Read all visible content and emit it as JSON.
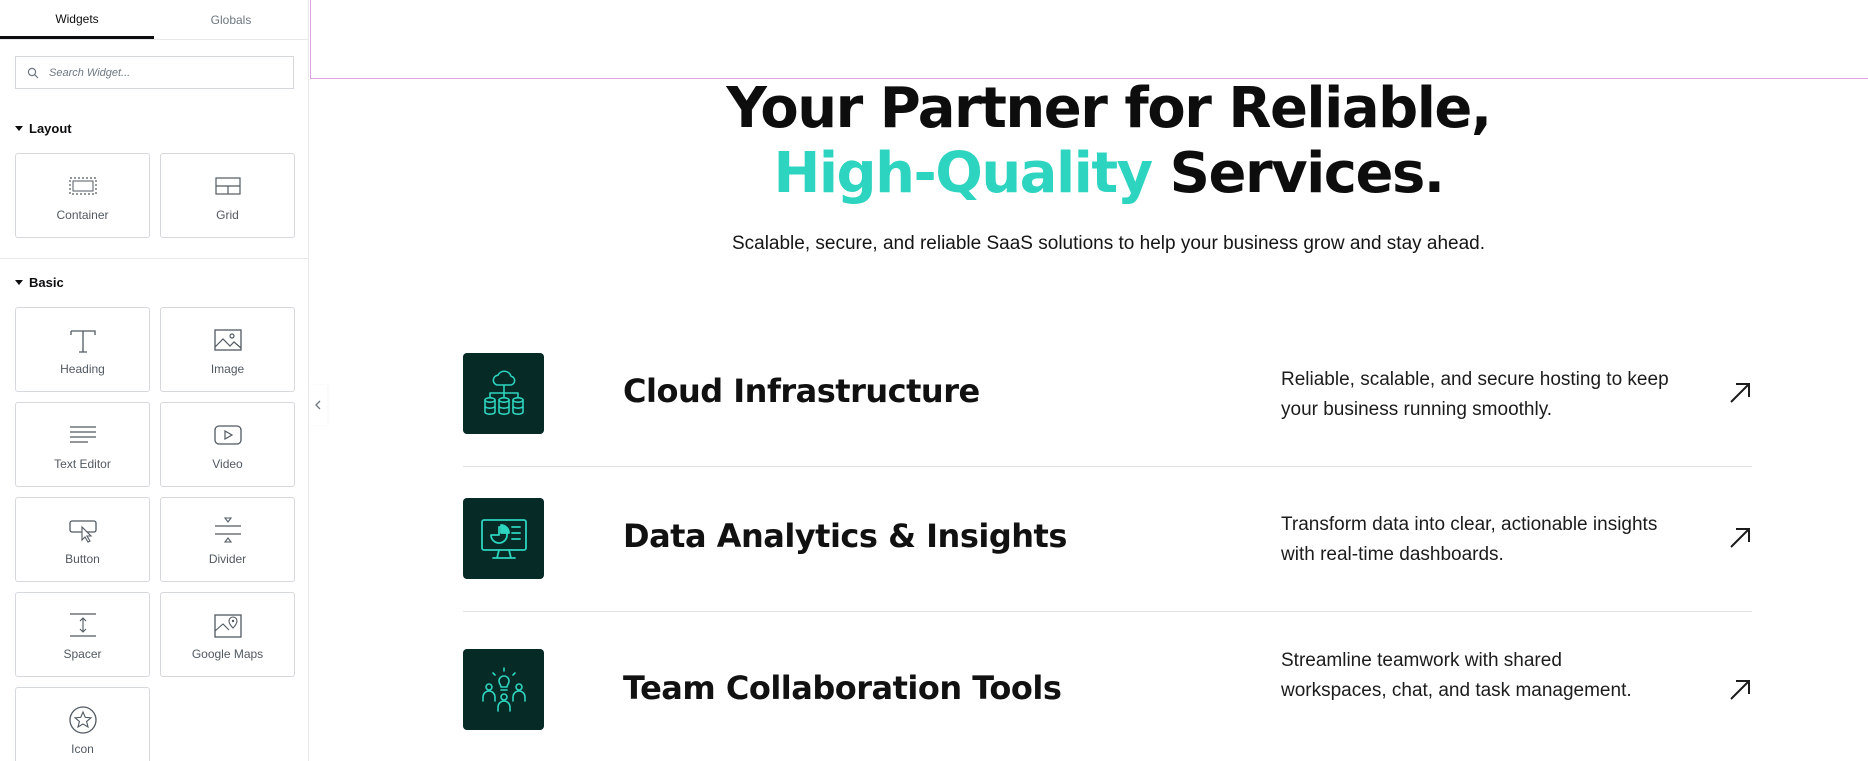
{
  "sidebar": {
    "tabs": [
      {
        "label": "Widgets",
        "active": true
      },
      {
        "label": "Globals",
        "active": false
      }
    ],
    "search": {
      "placeholder": "Search Widget..."
    },
    "categories": [
      {
        "label": "Layout",
        "widgets": [
          {
            "label": "Container",
            "icon": "container-icon"
          },
          {
            "label": "Grid",
            "icon": "grid-icon"
          }
        ]
      },
      {
        "label": "Basic",
        "widgets": [
          {
            "label": "Heading",
            "icon": "heading-icon"
          },
          {
            "label": "Image",
            "icon": "image-icon"
          },
          {
            "label": "Text Editor",
            "icon": "text-editor-icon"
          },
          {
            "label": "Video",
            "icon": "video-icon"
          },
          {
            "label": "Button",
            "icon": "button-icon"
          },
          {
            "label": "Divider",
            "icon": "divider-icon"
          },
          {
            "label": "Spacer",
            "icon": "spacer-icon"
          },
          {
            "label": "Google Maps",
            "icon": "google-maps-icon"
          },
          {
            "label": "Icon",
            "icon": "star-icon"
          }
        ]
      }
    ]
  },
  "hero": {
    "title_line1": "Your Partner for Reliable,",
    "title_accent": "High-Quality",
    "title_rest": " Services.",
    "subtitle": "Scalable, secure, and reliable SaaS solutions to help your business grow and stay ahead."
  },
  "services": [
    {
      "title": "Cloud Infrastructure",
      "description": "Reliable, scalable, and secure hosting to keep your business running smoothly.",
      "icon": "cloud-database-icon"
    },
    {
      "title": "Data Analytics & Insights",
      "description": "Transform data into clear, actionable insights with real-time dashboards.",
      "icon": "analytics-monitor-icon"
    },
    {
      "title": "Team Collaboration Tools",
      "description": "Streamline teamwork with shared workspaces, chat, and task management.",
      "icon": "team-idea-icon"
    }
  ],
  "colors": {
    "accent": "#2dd4bf",
    "icon_bg": "#062a26",
    "icon_stroke": "#2dd4bf",
    "selection_outline": "#e3a1e5"
  }
}
